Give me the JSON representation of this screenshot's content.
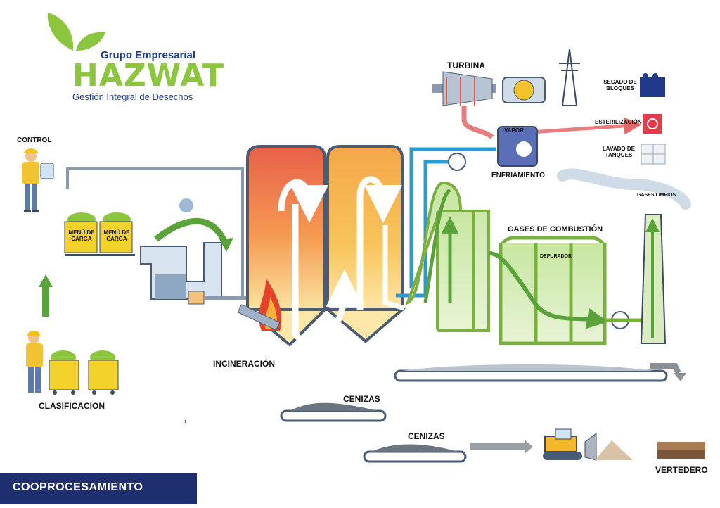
{
  "logo": {
    "title": "Grupo Empresarial",
    "name": "HAZWAT",
    "subtitle": "Gestión Integral de Desechos"
  },
  "labels": {
    "control": "CONTROL",
    "menu_de_carga_1": "MENÚ DE CARGA",
    "menu_de_carga_2": "MENÚ DE CARGA",
    "clasificacion": "CLASIFICACION",
    "incineracion": "INCINERACIÓN",
    "cenizas_1": "CENIZAS",
    "cenizas_2": "CENIZAS",
    "turbina": "TURBINA",
    "vapor": "VAPOR",
    "enfriamiento": "ENFRIAMIENTO",
    "secado_de_bloques": "SECADO DE BLOQUES",
    "esterilizacion": "ESTERILIZACIÓN",
    "lavado_de_tanques": "LAVADO DE TANQUES",
    "gases_limpios": "GASES LIMPIOS",
    "gases_de_combustion": "GASES DE COMBUSTIÓN",
    "depurador": "DEPURADOR",
    "vertedero": "VERTEDERO",
    "comma": ","
  },
  "banner": {
    "text": "COOPROCESAMIENTO"
  },
  "colors": {
    "brand_blue": "#1f2e6e",
    "brand_green": "#8cc63f",
    "furnace_red": "#ef6a4a",
    "furnace_orange": "#f7b23b",
    "scrubber_green": "#9bd163",
    "pipe_blue": "#2b9ad8",
    "steam_red": "#e87d7d",
    "conveyor_gray": "#5a6a7e"
  },
  "icons": [
    "leaf-icon",
    "worker-icon",
    "recycle-bin-icon",
    "turbine-icon",
    "generator-icon",
    "power-tower-icon",
    "fan-icon",
    "blocks-icon",
    "sterilization-bin-icon",
    "tank-icon",
    "bulldozer-icon",
    "flame-icon",
    "chimney-icon"
  ]
}
